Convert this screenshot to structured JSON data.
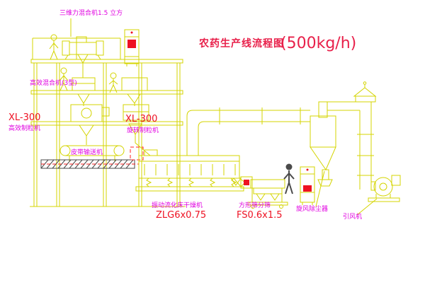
{
  "title": {
    "name": "农药生产线流程图",
    "capacity": "(500kg/h)"
  },
  "labels": {
    "mixer_3d": "三维力混合机1.5 立方",
    "high_eff_mixer": "高效混合机(3型)",
    "granulator_left_model": "XL-300",
    "granulator_left_name": "高效制粒机",
    "granulator_mid_model": "XL-300",
    "granulator_mid_name": "旋转制粒机",
    "belt_conveyor": "皮带输送机",
    "dryer_name": "振动流化床干燥机",
    "dryer_model": "ZLG6x0.75",
    "sieve_name": "方形筛分筛",
    "sieve_model": "FS0.6x1.5",
    "cyclone_name": "旋风除尘器",
    "fan_name": "引风机"
  },
  "colors": {
    "line": "#d4d400",
    "label": "#e100e1",
    "model_text": "#ee1122",
    "title_text": "#e8204a",
    "hatch": "#4a4a4a",
    "dashed": "#ff2020"
  }
}
